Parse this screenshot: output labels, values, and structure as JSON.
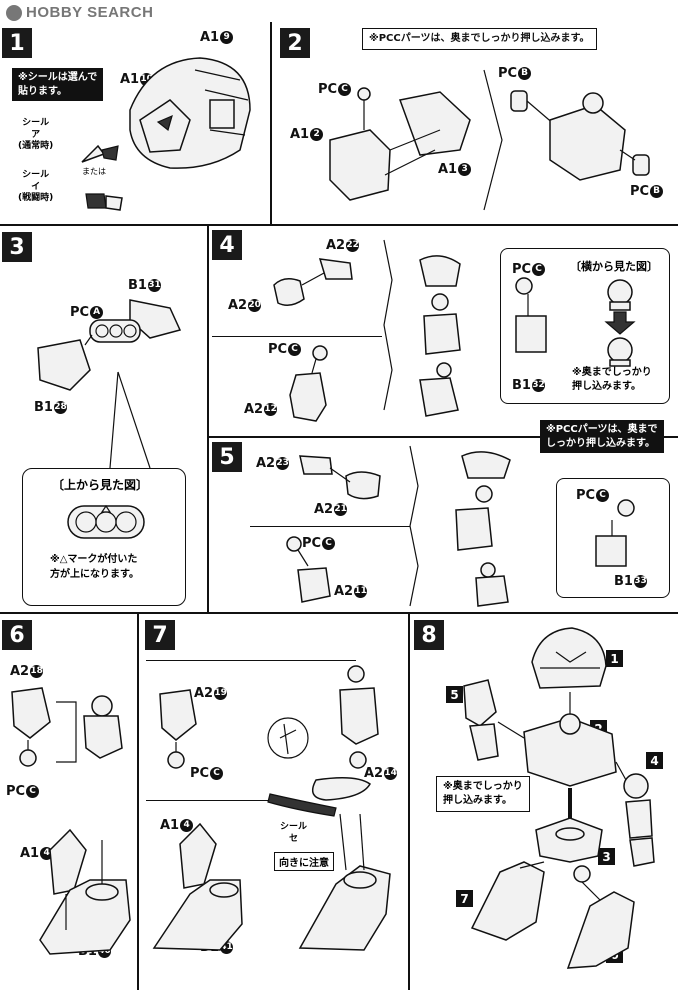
{
  "header": {
    "logo": "HOBBY SEARCH"
  },
  "steps": {
    "s1": {
      "num": "1",
      "sticker_note": "※シールは選んで\n貼ります。",
      "a1_9": "A1",
      "a1_9n": "9",
      "a1_10": "A1",
      "a1_10n": "10",
      "seal_a": "シール\nア\n(通常時)",
      "seal_i": "シール\nイ\n(戦闘時)",
      "or": "または"
    },
    "s2": {
      "num": "2",
      "note": "※PCCパーツは、奥までしっかり押し込みます。",
      "pcc": "PC",
      "pcc_n": "C",
      "a1_2": "A1",
      "a1_2n": "2",
      "a1_3": "A1",
      "a1_3n": "3",
      "pcb1": "PC",
      "pcb1_n": "B",
      "pcb2": "PC",
      "pcb2_n": "B"
    },
    "s3": {
      "num": "3",
      "b1_31": "B1",
      "b1_31n": "31",
      "pca": "PC",
      "pca_n": "A",
      "b1_28": "B1",
      "b1_28n": "28",
      "view_title": "〔上から見た図〕",
      "view_note": "※△マークが付いた\n方が上になります。"
    },
    "s4": {
      "num": "4",
      "a2_22": "A2",
      "a2_22n": "22",
      "a2_20": "A2",
      "a2_20n": "20",
      "pcc": "PC",
      "pcc_n": "C",
      "a2_12": "A2",
      "a2_12n": "12",
      "pcc2": "PC",
      "pcc2_n": "C",
      "b1_32": "B1",
      "b1_32n": "32",
      "side_title": "〔横から見た図〕",
      "side_note": "※奥までしっかり\n押し込みます。"
    },
    "s5": {
      "num": "5",
      "note": "※PCCパーツは、奥まで\nしっかり押し込みます。",
      "a2_23": "A2",
      "a2_23n": "23",
      "a2_21": "A2",
      "a2_21n": "21",
      "pcc": "PC",
      "pcc_n": "C",
      "a2_11": "A2",
      "a2_11n": "11",
      "pcc2": "PC",
      "pcc2_n": "C",
      "b1_33": "B1",
      "b1_33n": "33"
    },
    "s6": {
      "num": "6",
      "a2_18": "A2",
      "a2_18n": "18",
      "pcc": "PC",
      "pcc_n": "C",
      "a1_4": "A1",
      "a1_4n": "4",
      "b1_40": "B1",
      "b1_40n": "40"
    },
    "s7": {
      "num": "7",
      "a2_19": "A2",
      "a2_19n": "19",
      "pcc": "PC",
      "pcc_n": "C",
      "a2_14": "A2",
      "a2_14n": "14",
      "a1_4": "A1",
      "a1_4n": "4",
      "b1_41": "B1",
      "b1_41n": "41",
      "seal": "シール\nセ",
      "caution": "向きに注意"
    },
    "s8": {
      "num": "8",
      "note": "※奥までしっかり\n押し込みます。",
      "tags": [
        "1",
        "2",
        "3",
        "4",
        "5",
        "6",
        "7"
      ]
    }
  }
}
